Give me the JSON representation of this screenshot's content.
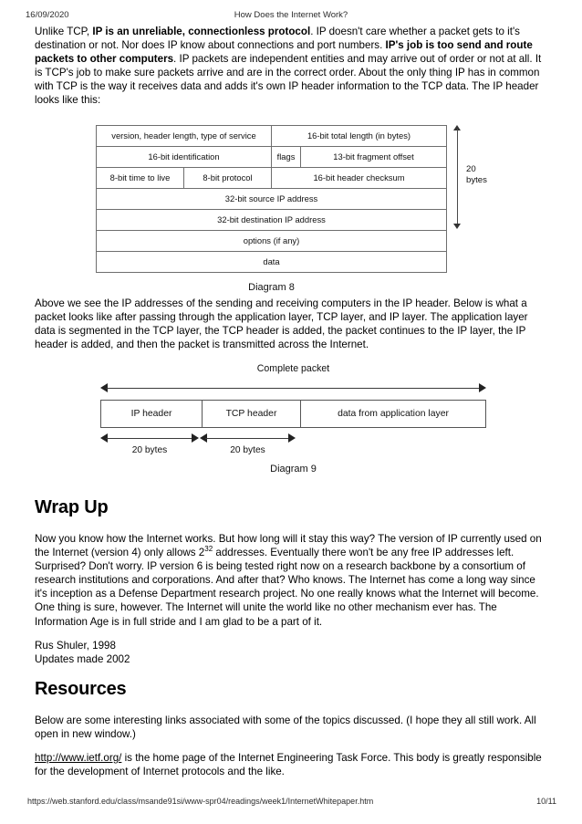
{
  "header": {
    "date": "16/09/2020",
    "title": "How Does the Internet Work?"
  },
  "footer": {
    "url": "https://web.stanford.edu/class/msande91si/www-spr04/readings/week1/InternetWhitepaper.htm",
    "page": "10/11"
  },
  "paragraphs": {
    "p1_a": "Unlike TCP, ",
    "p1_b1": "IP is an unreliable, connectionless protocol",
    "p1_c": ". IP doesn't care whether a packet gets to it's destination or not. Nor does IP know about connections and port numbers. ",
    "p1_b2": "IP's job is too send and route packets to other computers",
    "p1_d": ". IP packets are independent entities and may arrive out of order or not at all. It is TCP's job to make sure packets arrive and are in the correct order. About the only thing IP has in common with TCP is the way it receives data and adds it's own IP header information to the TCP data. The IP header looks like this:",
    "p2": "Above we see the IP addresses of the sending and receiving computers in the IP header. Below is what a packet looks like after passing through the application layer, TCP layer, and IP layer. The application layer data is segmented in the TCP layer, the TCP header is added, the packet continues to the IP layer, the IP header is added, and then the packet is transmitted across the Internet.",
    "wrapup_a": "Now you know how the Internet works. But how long will it stay this way? The version of IP currently used on the Internet (version 4) only allows 2",
    "wrapup_sup": "32",
    "wrapup_b": " addresses. Eventually there won't be any free IP addresses left. Surprised? Don't worry. IP version 6 is being tested right now on a research backbone by a consortium of research institutions and corporations. And after that? Who knows. The Internet has come a long way since it's inception as a Defense Department research project. No one really knows what the Internet will become. One thing is sure, however. The Internet will unite the world like no other mechanism ever has. The Information Age is in full stride and I am glad to be a part of it.",
    "byline_1": "Rus Shuler, 1998",
    "byline_2": "Updates made 2002",
    "resources_intro": "Below are some interesting links associated with some of the topics discussed. (I hope they all still work. All open in new window.)",
    "resource_link_text": "http://www.ietf.org/",
    "resource_link_desc": " is the home page of the Internet Engineering Task Force. This body is greatly responsible for the development of Internet protocols and the like."
  },
  "headings": {
    "wrap_up": "Wrap Up",
    "resources": "Resources"
  },
  "diagram8": {
    "caption": "Diagram 8",
    "side_label": "20\nbytes",
    "side_label_line1": "20",
    "side_label_line2": "bytes",
    "rows": [
      [
        "version, header length, type of service",
        "16-bit total length (in bytes)"
      ],
      [
        "16-bit identification",
        "flags",
        "13-bit fragment offset"
      ],
      [
        "8-bit time to live",
        "8-bit protocol",
        "16-bit header checksum"
      ],
      [
        "32-bit source IP address"
      ],
      [
        "32-bit destination IP address"
      ],
      [
        "options (if any)"
      ],
      [
        "data"
      ]
    ]
  },
  "diagram9": {
    "title": "Complete packet",
    "caption": "Diagram 9",
    "cells": [
      "IP header",
      "TCP header",
      "data from application layer"
    ],
    "measure_ip": "20 bytes",
    "measure_tcp": "20 bytes"
  }
}
